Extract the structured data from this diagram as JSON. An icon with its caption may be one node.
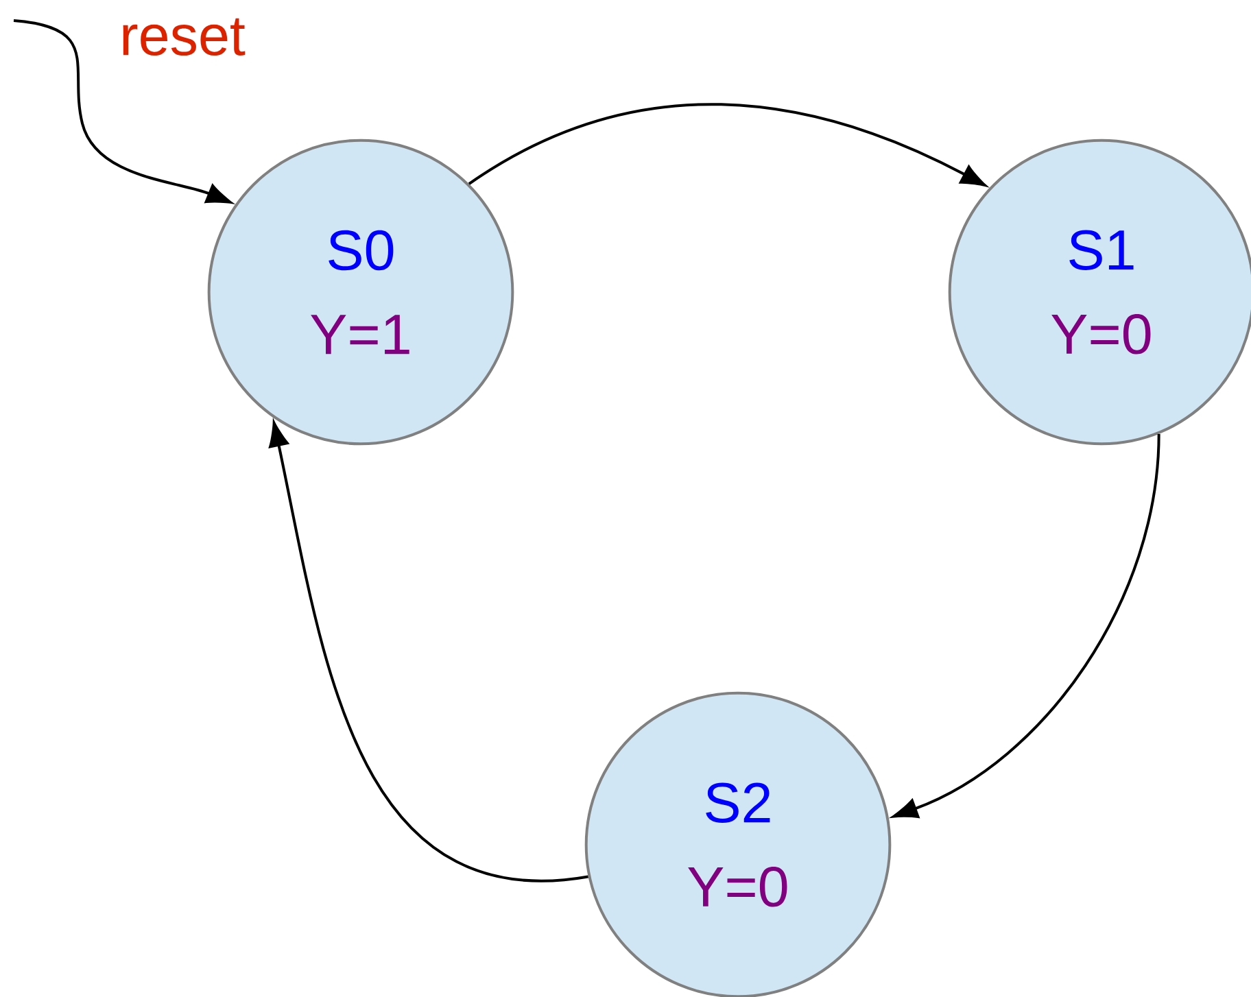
{
  "diagram": {
    "nodes": [
      {
        "text": [
          "S0",
          "Y=1"
        ]
      },
      {
        "text": [
          "S1",
          "Y=0"
        ]
      },
      {
        "text": [
          "S2",
          "Y=0"
        ]
      }
    ],
    "edges": [
      {
        "from": null,
        "to": 0,
        "arrow": "to",
        "label": "reset"
      },
      {
        "from": 0,
        "to": 1,
        "arrow": "to"
      },
      {
        "from": 1,
        "to": 2,
        "arrow": "to"
      },
      {
        "from": 2,
        "to": 0,
        "arrow": "to"
      }
    ]
  }
}
